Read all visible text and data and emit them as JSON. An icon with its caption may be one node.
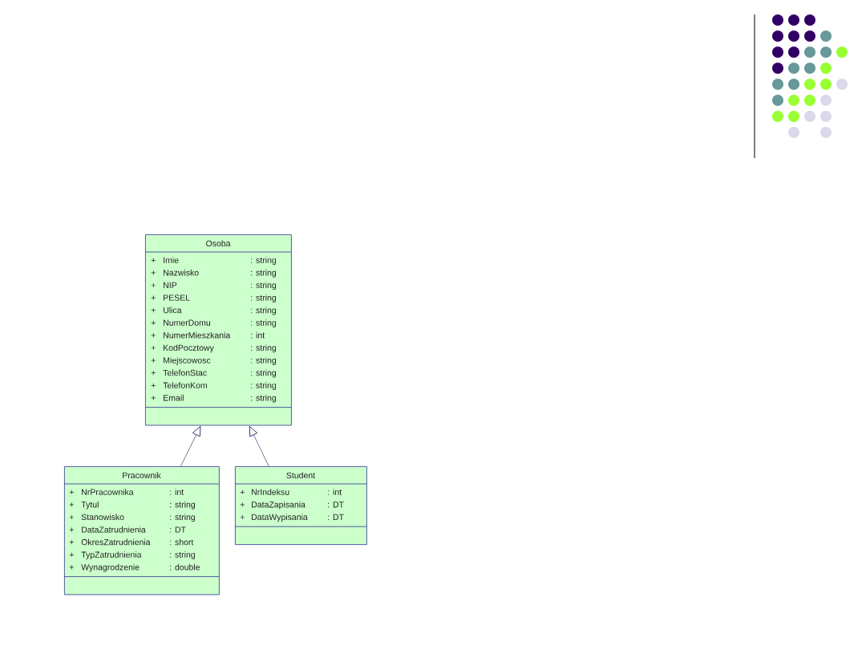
{
  "diagram": {
    "nodes": [
      {
        "text": [
          "Osoba",
          "+",
          "Imie",
          ": string",
          "+",
          "Nazwisko",
          ": string",
          "+",
          "NIP",
          ": string",
          "+",
          "PESEL",
          ": string",
          "+",
          "Ulica",
          ": string",
          "+",
          "NumerDomu",
          ": string",
          "+",
          "NumerMieszkania",
          ": int",
          "+",
          "KodPocztowy",
          ": string",
          "+",
          "Miejscowosc",
          ": string",
          "+",
          "TelefonStac",
          ": string",
          "+",
          "TelefonKom",
          ": string",
          "+",
          "Email",
          ": string"
        ]
      },
      {
        "text": [
          "Pracownik",
          "+",
          "NrPracownika",
          ": int",
          "+",
          "Tytul",
          ": string",
          "+",
          "Stanowisko",
          ": string",
          "+",
          "DataZatrudnienia",
          ": DT",
          "+",
          "OkresZatrudnienia",
          ": short",
          "+",
          "TypZatrudnienia",
          ": string",
          "+",
          "Wynagrodzenie",
          ": double"
        ]
      },
      {
        "text": [
          "Student",
          "+",
          "NrIndeksu",
          ": int",
          "+",
          "DataZapisania",
          ": DT",
          "+",
          "DataWypisania",
          ": DT"
        ]
      }
    ],
    "edges": [
      {
        "from": 1,
        "to": 0,
        "arrow": "to"
      },
      {
        "from": 2,
        "to": 0,
        "arrow": "to"
      }
    ]
  }
}
